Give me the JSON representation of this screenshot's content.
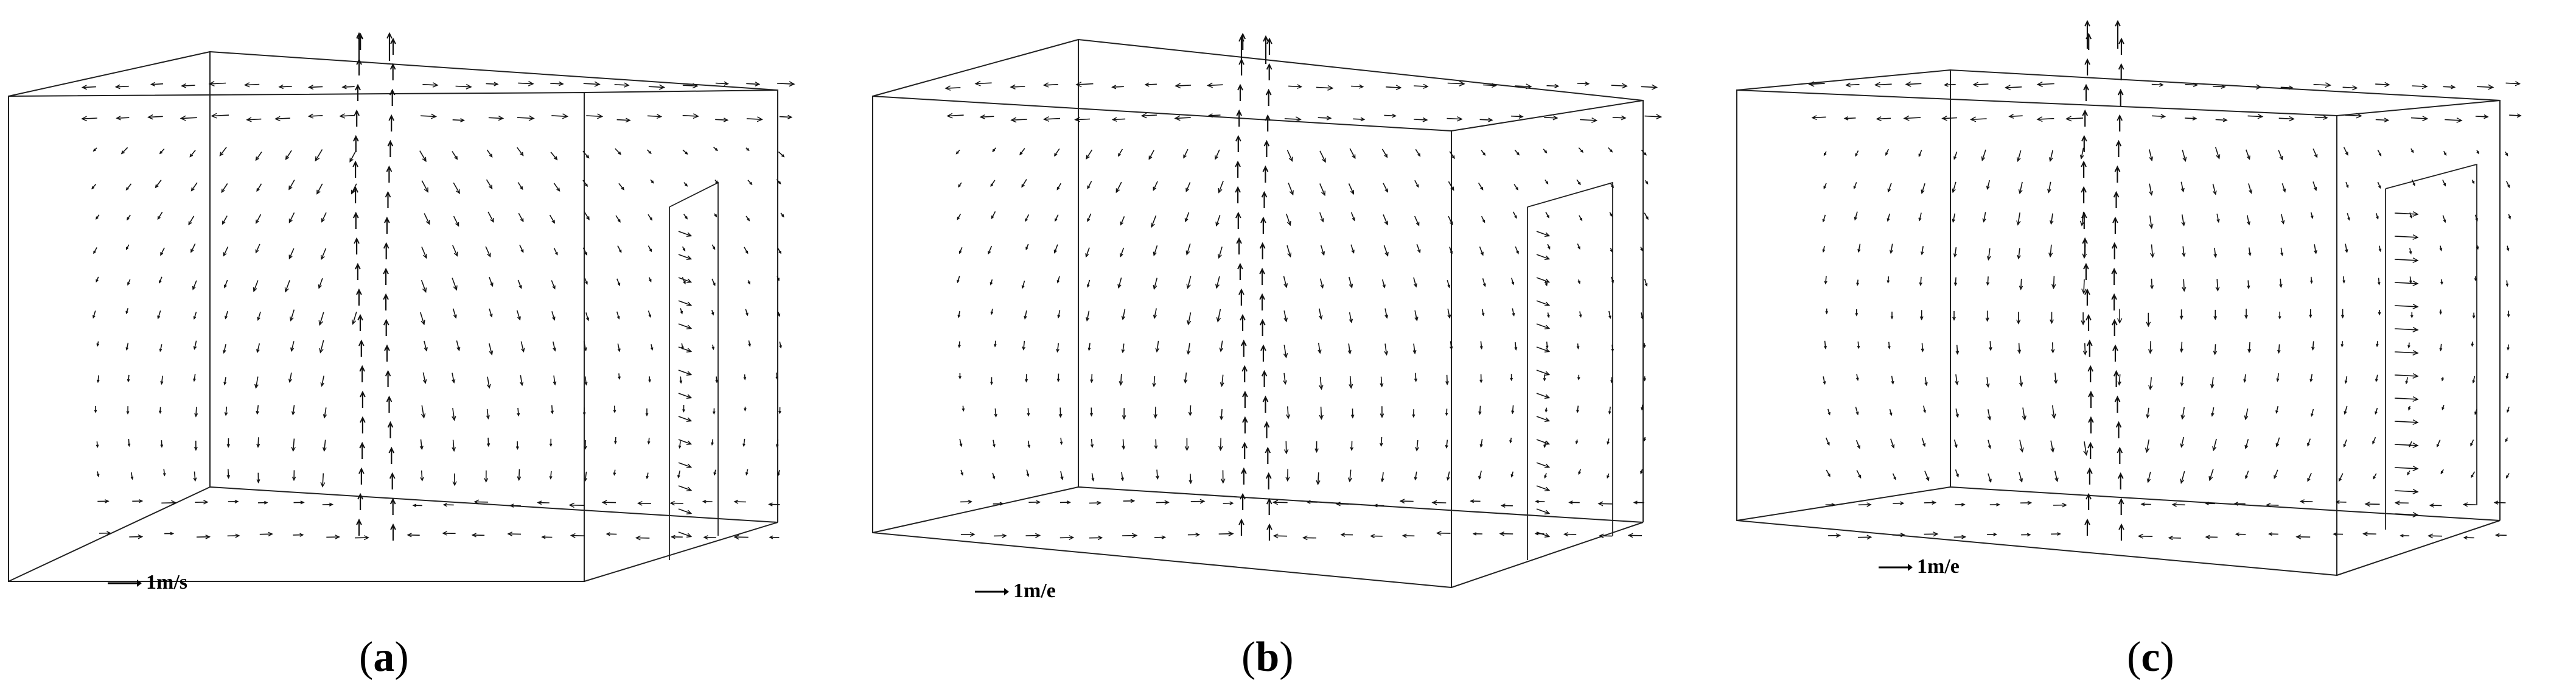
{
  "panels": [
    {
      "id": "a",
      "caption_open": "(",
      "caption_letter": "a",
      "caption_close": ")",
      "scale_label": "1m/s",
      "variant": 0
    },
    {
      "id": "b",
      "caption_open": "(",
      "caption_letter": "b",
      "caption_close": ")",
      "scale_label": "1m/e",
      "variant": 1
    },
    {
      "id": "c",
      "caption_open": "(",
      "caption_letter": "c",
      "caption_close": ")",
      "scale_label": "1m/e",
      "variant": 2
    }
  ]
}
